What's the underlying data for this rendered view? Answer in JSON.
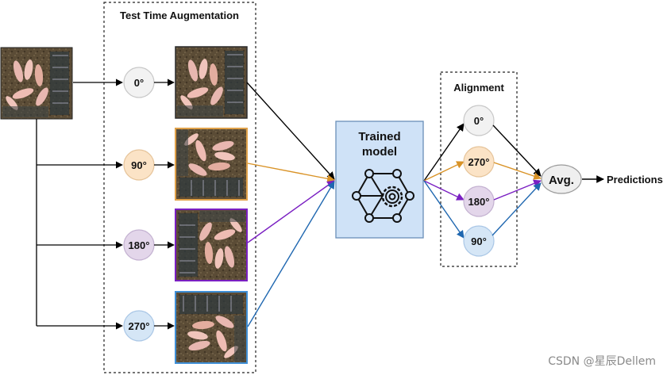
{
  "tta": {
    "title": "Test Time Augmentation",
    "rotations": [
      {
        "label": "0°",
        "fill": "#f2f2f2",
        "stroke": "#c8c8c8",
        "line": "#000000"
      },
      {
        "label": "90°",
        "fill": "#fbe3c6",
        "stroke": "#e6c49a",
        "line": "#d99327"
      },
      {
        "label": "180°",
        "fill": "#e3d6ea",
        "stroke": "#c4b2d1",
        "line": "#7a1fc2"
      },
      {
        "label": "270°",
        "fill": "#d5e6f6",
        "stroke": "#aac7e6",
        "line": "#1f67b0"
      }
    ],
    "frame_colors": [
      "#2b2b2b",
      "#e0a24a",
      "#7a1fc2",
      "#3f8fd6"
    ]
  },
  "model": {
    "title_line1": "Trained",
    "title_line2": "model",
    "fill": "#cfe2f7",
    "stroke": "#6a8fb8",
    "icon": "neural-network-gear-icon"
  },
  "alignment": {
    "title": "Alignment",
    "nodes": [
      {
        "label": "0°",
        "fill": "#f2f2f2",
        "stroke": "#c8c8c8",
        "line": "#000000"
      },
      {
        "label": "270°",
        "fill": "#fbe3c6",
        "stroke": "#e6c49a",
        "line": "#d99327"
      },
      {
        "label": "180°",
        "fill": "#e3d6ea",
        "stroke": "#c4b2d1",
        "line": "#7a1fc2"
      },
      {
        "label": "90°",
        "fill": "#d5e6f6",
        "stroke": "#aac7e6",
        "line": "#1f67b0"
      }
    ]
  },
  "avg": {
    "label": "Avg.",
    "fill": "#efefef",
    "stroke": "#9a9a9a"
  },
  "output": {
    "label": "Predictions"
  },
  "watermark": "CSDN @星辰Dellem"
}
